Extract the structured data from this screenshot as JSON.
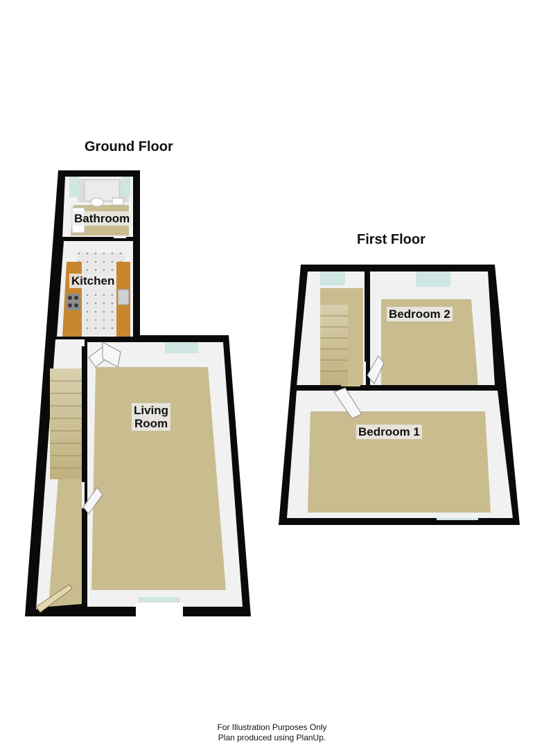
{
  "ground_floor": {
    "title": "Ground Floor",
    "rooms": {
      "bathroom": "Bathroom",
      "kitchen": "Kitchen",
      "living_room_line1": "Living",
      "living_room_line2": "Room"
    }
  },
  "first_floor": {
    "title": "First Floor",
    "rooms": {
      "bedroom_2": "Bedroom 2",
      "bedroom_1": "Bedroom 1"
    }
  },
  "footer": {
    "line1": "For Illustration Purposes Only",
    "line2": "Plan produced using PlanUp."
  },
  "colors": {
    "wall": "#0a0a0a",
    "floor_carpet": "#c9bc8e",
    "kitchen_floor": "#e6e6e6",
    "worktop": "#c8862e",
    "wall_face": "#f1f1f1",
    "window": "#cfe6e2"
  }
}
